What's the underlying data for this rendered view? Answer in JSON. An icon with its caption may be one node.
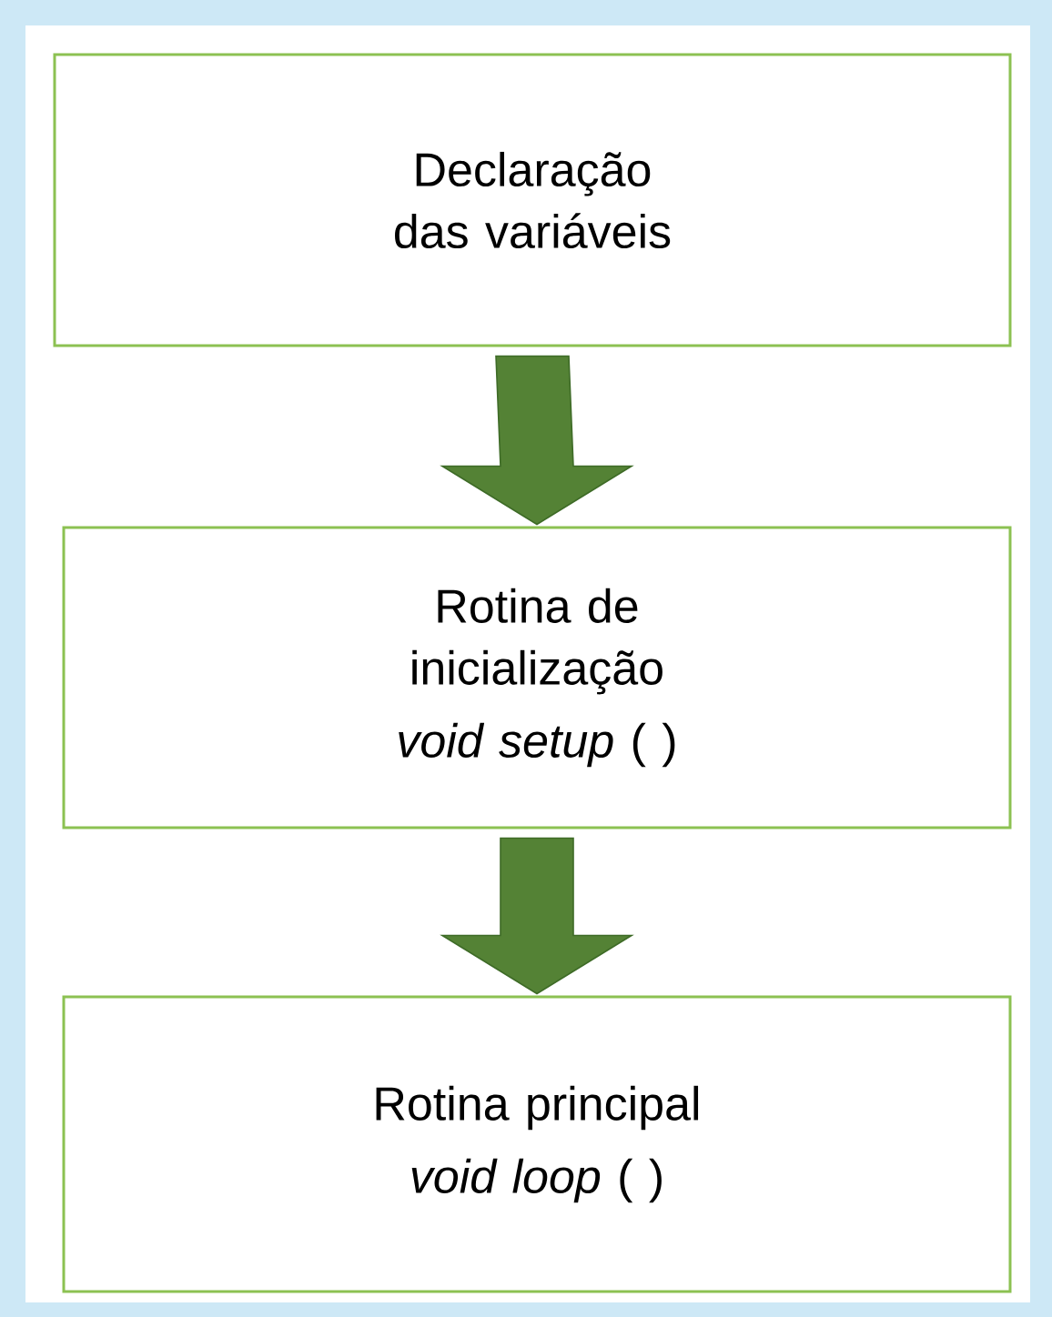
{
  "diagram": {
    "nodes": [
      {
        "text": [
          "Declaração das variáveis"
        ]
      },
      {
        "text": [
          "Rotina de inicialização",
          "*void setup* ( )"
        ]
      },
      {
        "text": [
          "Rotina principal",
          "*void loop* ( )"
        ]
      }
    ],
    "edges": [
      {
        "from": 0,
        "to": 1,
        "arrow": "to"
      },
      {
        "from": 1,
        "to": 2,
        "arrow": "to"
      }
    ]
  }
}
